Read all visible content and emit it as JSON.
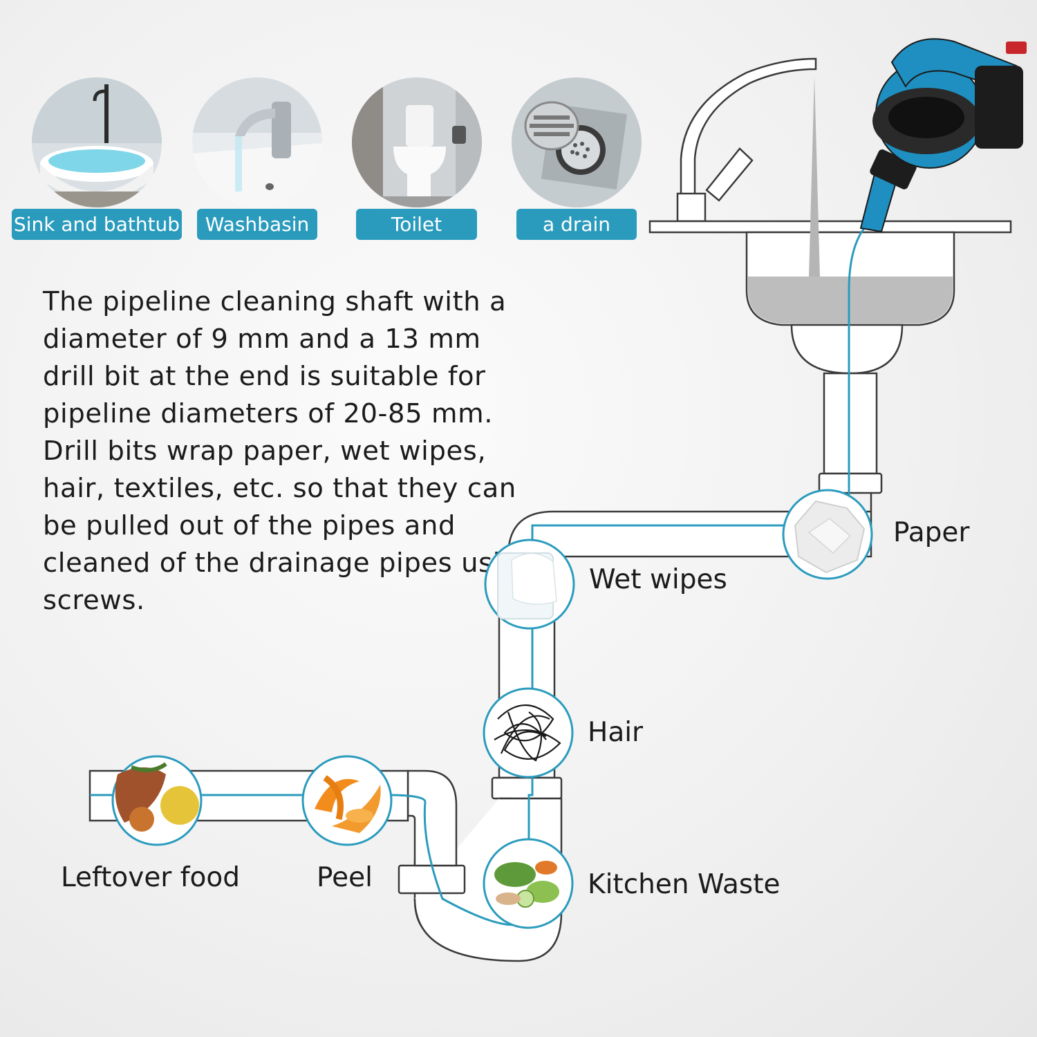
{
  "applications": [
    {
      "label": "Sink and bathtub",
      "icon": "bathtub-icon"
    },
    {
      "label": "Washbasin",
      "icon": "washbasin-icon"
    },
    {
      "label": "Toilet",
      "icon": "toilet-icon"
    },
    {
      "label": "a drain",
      "icon": "floor-drain-icon"
    }
  ],
  "description": "The pipeline cleaning shaft with a diameter of 9 mm and a 13 mm drill bit at the end is suitable for pipeline diameters of 20-85 mm. Drill bits wrap paper, wet wipes, hair, textiles, etc. so that they can be pulled out of the pipes and cleaned of the drainage pipes using screws.",
  "debris": {
    "paper": "Paper",
    "wet_wipes": "Wet wipes",
    "hair": "Hair",
    "kitchen_waste": "Kitchen Waste",
    "leftover_food": "Leftover food",
    "peel": "Peel"
  },
  "colors": {
    "accent": "#2a9bbd",
    "tool_blue": "#1e8fc0",
    "pipe_outline": "#3a3a3a",
    "text": "#1b1b1b"
  }
}
